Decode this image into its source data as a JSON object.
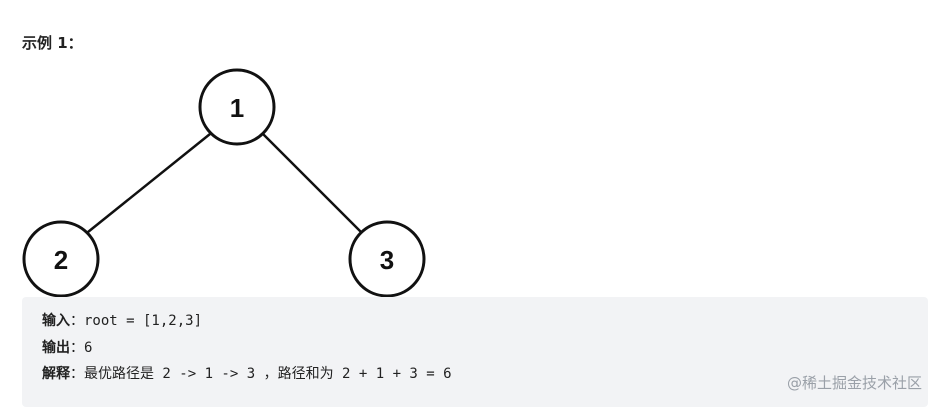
{
  "heading": "示例 1：",
  "tree": {
    "nodes": [
      {
        "id": "root",
        "label": "1"
      },
      {
        "id": "left",
        "label": "2"
      },
      {
        "id": "right",
        "label": "3"
      }
    ]
  },
  "example": {
    "input_label": "输入",
    "input_value": "root = [1,2,3]",
    "output_label": "输出",
    "output_value": "6",
    "explain_label": "解释",
    "explain_text_1": "最优路径是",
    "explain_code_1": " 2 -> 1 -> 3 ",
    "explain_text_2": "，路径和为",
    "explain_code_2": " 2 + 1 + 3 = 6"
  },
  "colon": "：",
  "watermark": "@稀土掘金技术社区"
}
